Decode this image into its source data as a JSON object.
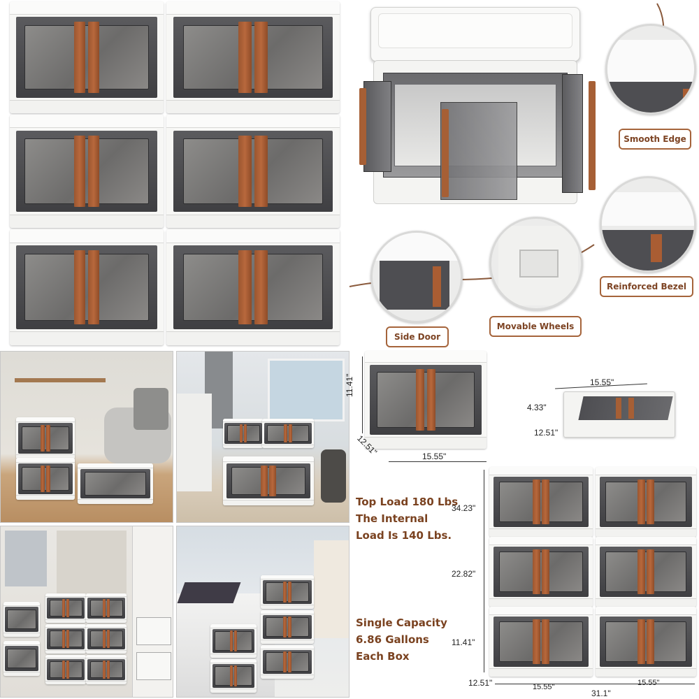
{
  "callouts": {
    "smooth_edge": "Smooth Edge",
    "reinforced_bezel": "Reinforced Bezel",
    "side_door": "Side Door",
    "movable_wheels": "Movable Wheels"
  },
  "single_box_dims": {
    "height": "11.41\"",
    "depth": "12.51\"",
    "width": "15.55\""
  },
  "folded_box_dims": {
    "width": "15.55\"",
    "height": "4.33\"",
    "depth": "12.51\""
  },
  "stack_dims": {
    "total_height": "34.23\"",
    "two_high": "22.82\"",
    "one_high": "11.41\"",
    "depth": "12.51\"",
    "box_width_left": "15.55\"",
    "box_width_right": "15.55\"",
    "total_width": "31.1\""
  },
  "load_text": {
    "line1": "Top Load 180  Lbs",
    "line2": "The Internal",
    "line3": "Load Is 140 Lbs."
  },
  "capacity_text": {
    "line1": "Single Capacity",
    "line2": "6.86 Gallons",
    "line3": "Each Box"
  },
  "colors": {
    "accent_brown": "#a5643b",
    "label_text": "#7d4424",
    "box_white": "#f7f7f5",
    "box_dark": "#4a4a4d",
    "door_brown": "#b0653a"
  }
}
